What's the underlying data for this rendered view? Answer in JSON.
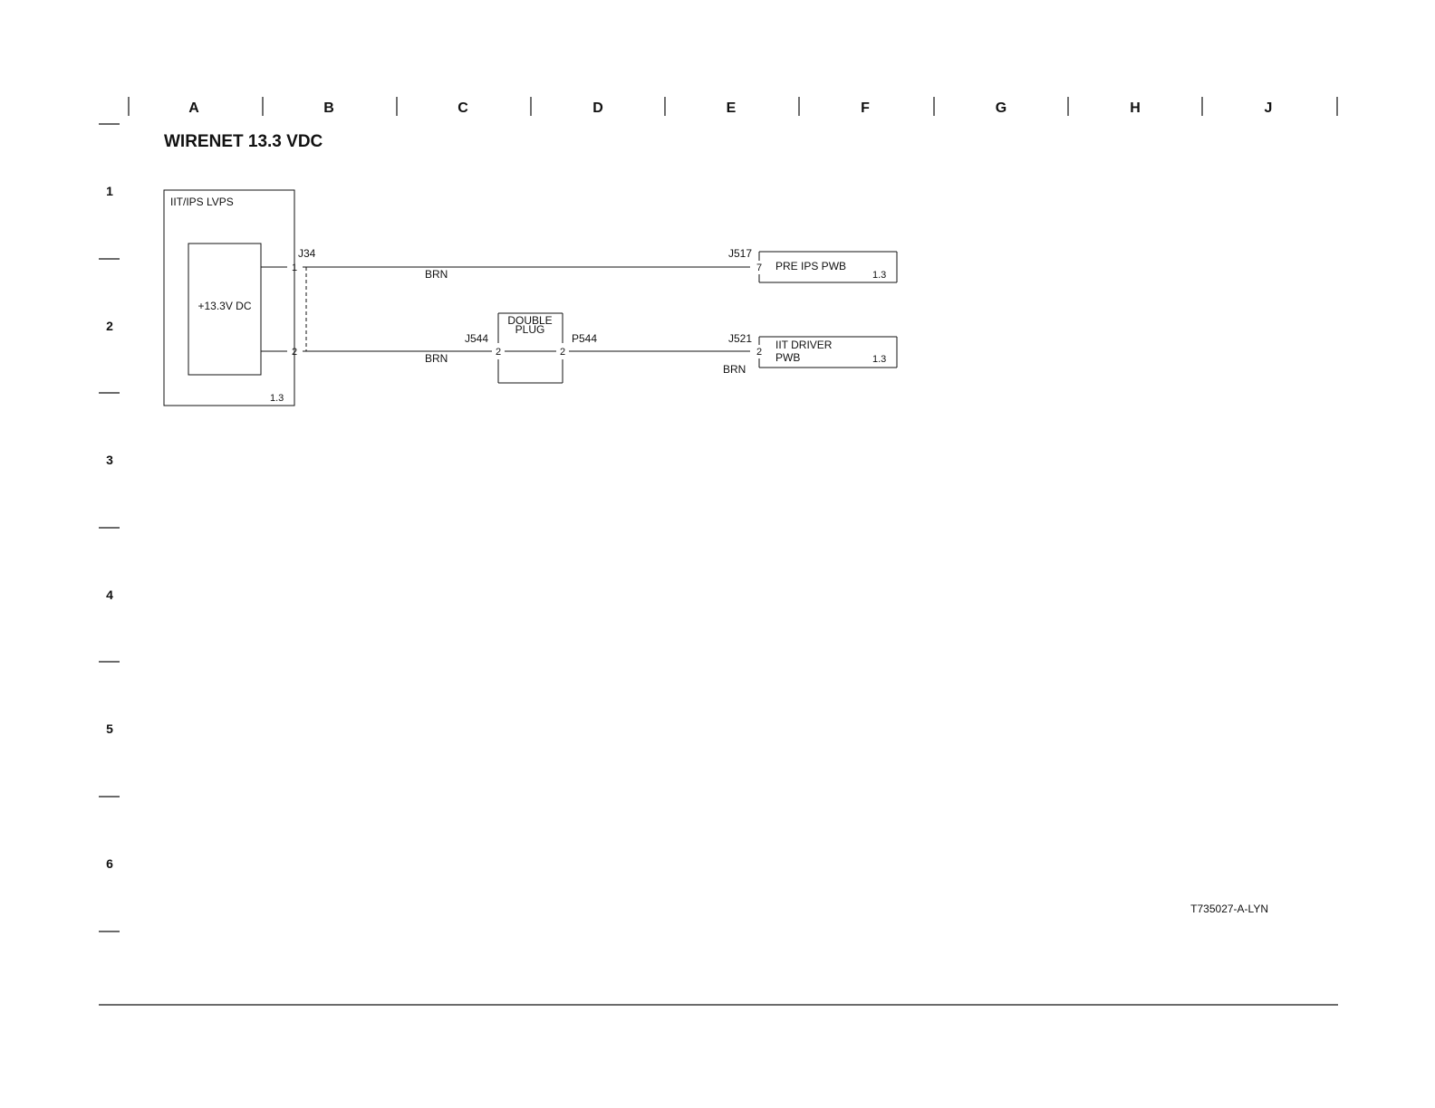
{
  "title": "WIRENET 13.3 VDC",
  "columns": [
    "A",
    "B",
    "C",
    "D",
    "E",
    "F",
    "G",
    "H",
    "J"
  ],
  "rows": [
    "1",
    "2",
    "3",
    "4",
    "5",
    "6"
  ],
  "components": {
    "lvps": {
      "name": "IIT/IPS LVPS",
      "ref": "1.3",
      "source_label": "+13.3V DC"
    },
    "pre_ips": {
      "name": "PRE IPS PWB",
      "ref": "1.3"
    },
    "iit_driver": {
      "name_line1": "IIT DRIVER",
      "name_line2": "PWB",
      "ref": "1.3"
    },
    "double_plug": {
      "name_line1": "DOUBLE",
      "name_line2": "PLUG"
    }
  },
  "connectors": {
    "j34": "J34",
    "j517": "J517",
    "j544": "J544",
    "p544": "P544",
    "j521": "J521"
  },
  "pins": {
    "j34_top": "1",
    "j34_bottom": "2",
    "j517": "7",
    "j544": "2",
    "p544": "2",
    "j521": "2"
  },
  "wires": {
    "top": "BRN",
    "bottom_left": "BRN",
    "bottom_right": "BRN"
  },
  "drawing_id": "T735027-A-LYN"
}
